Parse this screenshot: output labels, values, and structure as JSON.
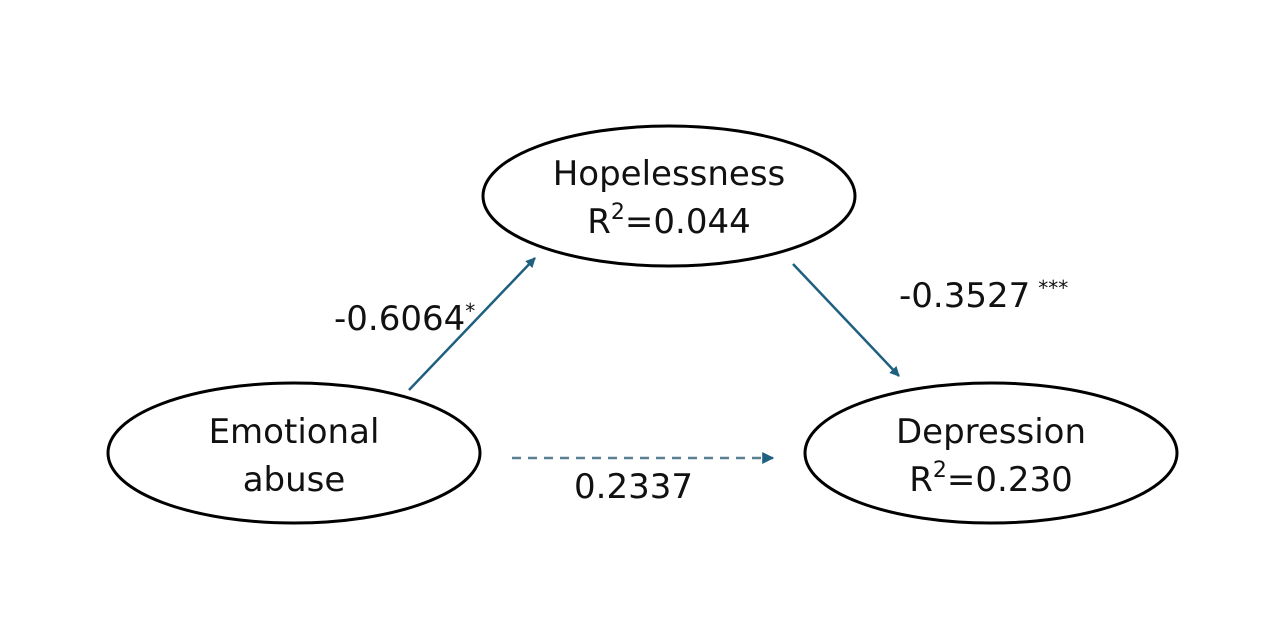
{
  "nodes": {
    "hopelessness": {
      "name": "Hopelessness",
      "r2_prefix": "R",
      "r2_sup": "2",
      "r2_value": "=0.044"
    },
    "emotional_abuse": {
      "line1": "Emotional",
      "line2": "abuse"
    },
    "depression": {
      "name": "Depression",
      "r2_prefix": "R",
      "r2_sup": "2",
      "r2_value": "=0.230"
    }
  },
  "edges": {
    "a_path": {
      "coef": "-0.6064",
      "sig": "*"
    },
    "b_path": {
      "coef": "-0.3527",
      "sig": "***"
    },
    "c_path": {
      "coef": "0.2337",
      "sig": ""
    }
  },
  "colors": {
    "arrow": "#1f5f7f",
    "dashed_arrow": "#5a7f93",
    "ellipse_stroke": "#000000"
  }
}
